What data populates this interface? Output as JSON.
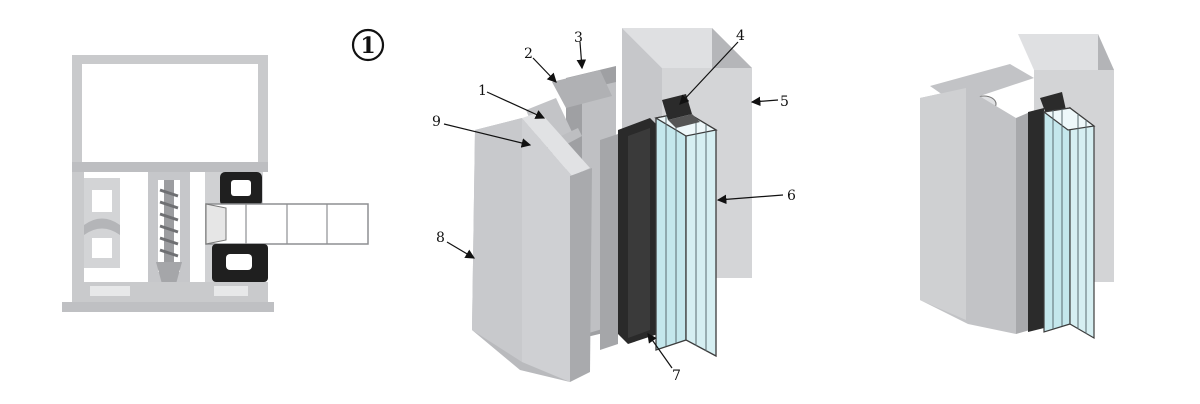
{
  "figure": {
    "badge": "1",
    "callouts": [
      {
        "id": "c1",
        "label": "1"
      },
      {
        "id": "c2",
        "label": "2"
      },
      {
        "id": "c3",
        "label": "3"
      },
      {
        "id": "c4",
        "label": "4"
      },
      {
        "id": "c5",
        "label": "5"
      },
      {
        "id": "c6",
        "label": "6"
      },
      {
        "id": "c7",
        "label": "7"
      },
      {
        "id": "c8",
        "label": "8"
      },
      {
        "id": "c9",
        "label": "9"
      }
    ]
  },
  "colors": {
    "aluminum": "#c9cacc",
    "aluminum_dark": "#a9aaad",
    "aluminum_light": "#e2e3e5",
    "gasket": "#2b2b2b",
    "glass": "#bfe3e8",
    "glass_edge": "#3c3c3c"
  }
}
